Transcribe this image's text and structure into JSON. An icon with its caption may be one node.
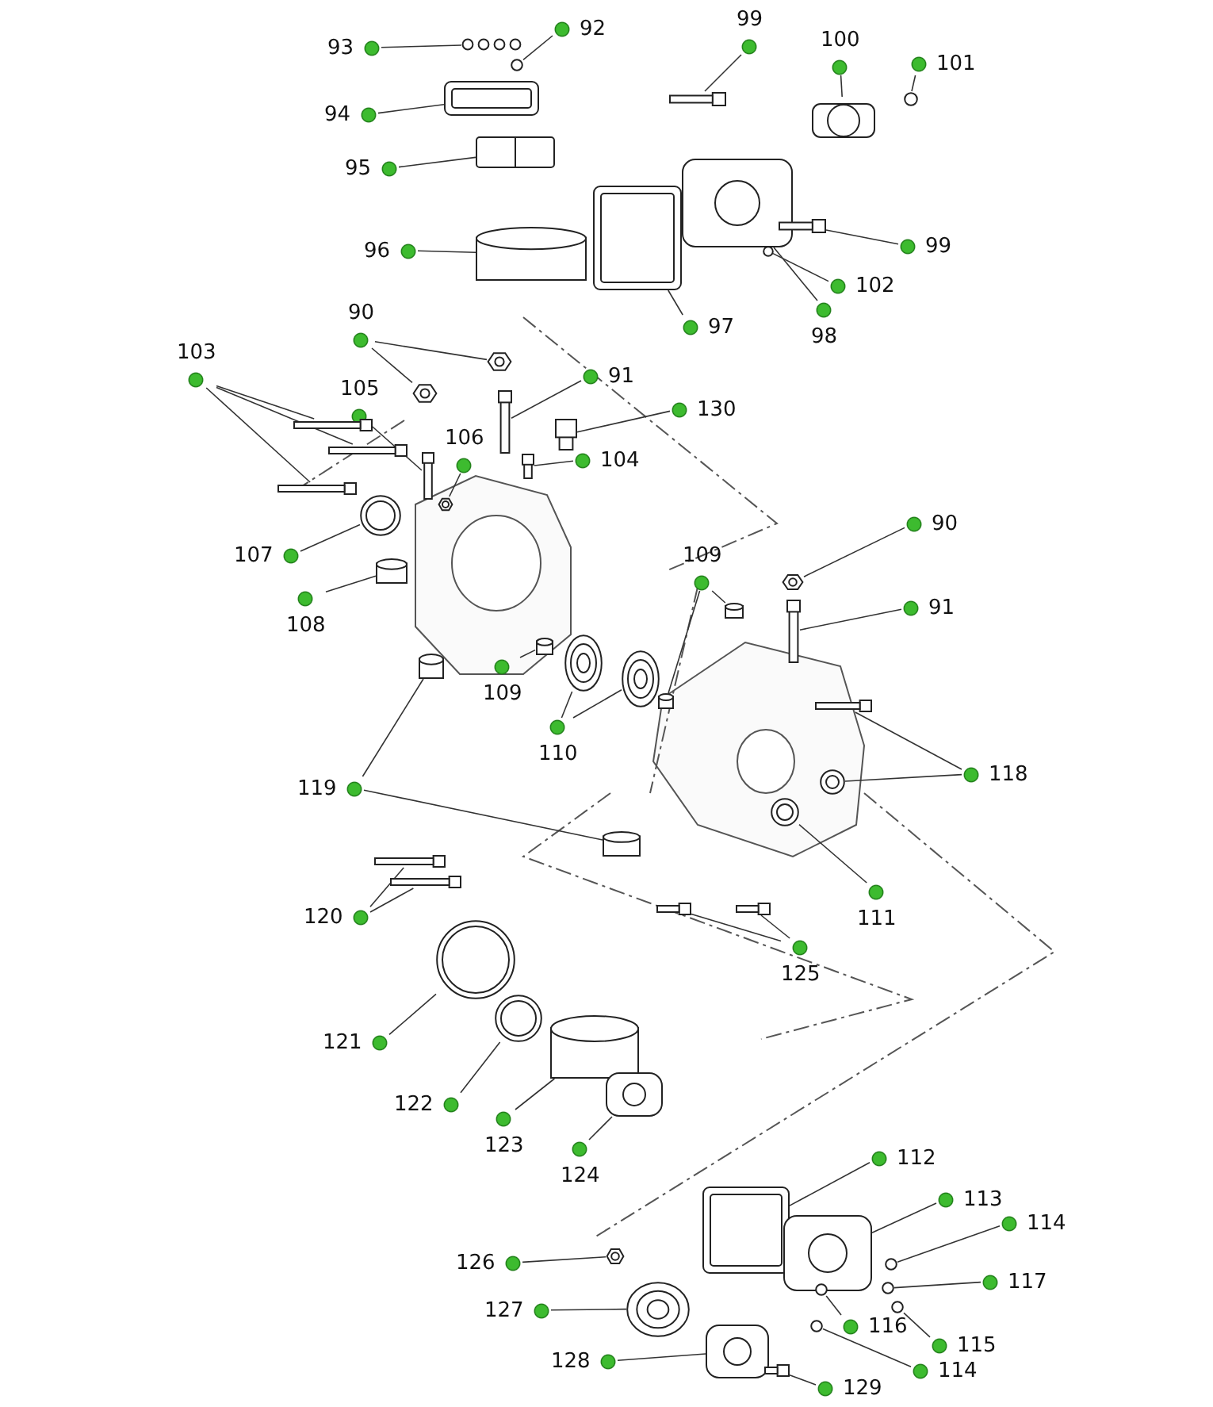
{
  "diagram": {
    "nodes": [
      {
        "text": [
          "93"
        ]
      },
      {
        "text": [
          "92"
        ]
      },
      {
        "text": [
          "94"
        ]
      },
      {
        "text": [
          "95"
        ]
      },
      {
        "text": [
          "96"
        ]
      },
      {
        "text": [
          "97"
        ]
      },
      {
        "text": [
          "98"
        ]
      },
      {
        "text": [
          "99"
        ]
      },
      {
        "text": [
          "100"
        ]
      },
      {
        "text": [
          "101"
        ]
      },
      {
        "text": [
          "99"
        ]
      },
      {
        "text": [
          "102"
        ]
      },
      {
        "text": [
          "90"
        ]
      },
      {
        "text": [
          "103"
        ]
      },
      {
        "text": [
          "105"
        ]
      },
      {
        "text": [
          "91"
        ]
      },
      {
        "text": [
          "130"
        ]
      },
      {
        "text": [
          "106"
        ]
      },
      {
        "text": [
          "104"
        ]
      },
      {
        "text": [
          "107"
        ]
      },
      {
        "text": [
          "108"
        ]
      },
      {
        "text": [
          "109"
        ]
      },
      {
        "text": [
          "110"
        ]
      },
      {
        "text": [
          "109"
        ]
      },
      {
        "text": [
          "90"
        ]
      },
      {
        "text": [
          "91"
        ]
      },
      {
        "text": [
          "118"
        ]
      },
      {
        "text": [
          "111"
        ]
      },
      {
        "text": [
          "119"
        ]
      },
      {
        "text": [
          "120"
        ]
      },
      {
        "text": [
          "125"
        ]
      },
      {
        "text": [
          "121"
        ]
      },
      {
        "text": [
          "122"
        ]
      },
      {
        "text": [
          "123"
        ]
      },
      {
        "text": [
          "124"
        ]
      },
      {
        "text": [
          "112"
        ]
      },
      {
        "text": [
          "113"
        ]
      },
      {
        "text": [
          "114"
        ]
      },
      {
        "text": [
          "117"
        ]
      },
      {
        "text": [
          "116"
        ]
      },
      {
        "text": [
          "115"
        ]
      },
      {
        "text": [
          "114"
        ]
      },
      {
        "text": [
          "126"
        ]
      },
      {
        "text": [
          "127"
        ]
      },
      {
        "text": [
          "128"
        ]
      },
      {
        "text": [
          "129"
        ]
      },
      {
        "text": [],
        "shape": "picture"
      },
      {
        "text": [],
        "shape": "circle"
      },
      {
        "text": [],
        "shape": "picture"
      },
      {
        "text": [],
        "shape": "picture"
      },
      {
        "text": [],
        "shape": "cylinder"
      },
      {
        "text": [],
        "shape": "picture"
      },
      {
        "text": [],
        "shape": "picture"
      },
      {
        "text": [],
        "shape": "picture"
      },
      {
        "text": [],
        "shape": "picture"
      },
      {
        "text": [],
        "shape": "circle"
      },
      {
        "text": [],
        "shape": "picture"
      },
      {
        "text": [],
        "shape": "circle"
      },
      {
        "text": [],
        "shape": "picture"
      },
      {
        "text": [],
        "shape": "picture"
      },
      {
        "text": [],
        "shape": "picture"
      },
      {
        "text": [],
        "shape": "picture"
      },
      {
        "text": [],
        "shape": "picture"
      },
      {
        "text": [],
        "shape": "bar"
      },
      {
        "text": [],
        "shape": "bar"
      },
      {
        "text": [],
        "shape": "bar"
      },
      {
        "text": [],
        "shape": "picture"
      },
      {
        "text": [],
        "shape": "picture"
      },
      {
        "text": [],
        "shape": "picture"
      },
      {
        "text": [],
        "shape": "cylinder"
      },
      {
        "text": [],
        "shape": "cylinder"
      },
      {
        "text": [],
        "shape": "picture"
      },
      {
        "text": [],
        "shape": "picture"
      },
      {
        "text": [],
        "shape": "cylinder"
      },
      {
        "text": [],
        "shape": "cylinder"
      },
      {
        "text": [],
        "shape": "picture"
      },
      {
        "text": [],
        "shape": "bar"
      },
      {
        "text": [],
        "shape": "picture"
      },
      {
        "text": [],
        "shape": "picture"
      },
      {
        "text": [],
        "shape": "picture"
      },
      {
        "text": [],
        "shape": "cylinder"
      },
      {
        "text": [],
        "shape": "cylinder"
      },
      {
        "text": [],
        "shape": "picture"
      },
      {
        "text": [],
        "shape": "picture"
      },
      {
        "text": [],
        "shape": "picture"
      },
      {
        "text": [],
        "shape": "picture"
      },
      {
        "text": [],
        "shape": "picture"
      },
      {
        "text": [],
        "shape": "picture"
      },
      {
        "text": [],
        "shape": "cylinder"
      },
      {
        "text": [],
        "shape": "picture"
      },
      {
        "text": [],
        "shape": "picture"
      },
      {
        "text": [],
        "shape": "picture"
      },
      {
        "text": [],
        "shape": "circle"
      },
      {
        "text": [],
        "shape": "circle"
      },
      {
        "text": [],
        "shape": "circle"
      },
      {
        "text": [],
        "shape": "circle"
      },
      {
        "text": [],
        "shape": "circle"
      },
      {
        "text": [],
        "shape": "picture"
      },
      {
        "text": [],
        "shape": "picture"
      },
      {
        "text": [],
        "shape": "picture"
      },
      {
        "text": [],
        "shape": "picture"
      }
    ],
    "edges": [
      {
        "from": 0,
        "to": 46,
        "arrow": "none"
      },
      {
        "from": 1,
        "to": 47,
        "arrow": "none"
      },
      {
        "from": 2,
        "to": 48,
        "arrow": "none"
      },
      {
        "from": 3,
        "to": 49,
        "arrow": "none"
      },
      {
        "from": 4,
        "to": 50,
        "arrow": "none"
      },
      {
        "from": 5,
        "to": 51,
        "arrow": "none"
      },
      {
        "from": 6,
        "to": 52,
        "arrow": "none"
      },
      {
        "from": 7,
        "to": 53,
        "arrow": "none"
      },
      {
        "from": 8,
        "to": 54,
        "arrow": "none"
      },
      {
        "from": 9,
        "to": 55,
        "arrow": "none"
      },
      {
        "from": 10,
        "to": 56,
        "arrow": "none"
      },
      {
        "from": 11,
        "to": 57,
        "arrow": "none"
      },
      {
        "from": 12,
        "to": 58,
        "arrow": "none"
      },
      {
        "from": 12,
        "to": 59,
        "arrow": "none"
      },
      {
        "from": 13,
        "to": 60,
        "arrow": "none"
      },
      {
        "from": 13,
        "to": 61,
        "arrow": "none"
      },
      {
        "from": 13,
        "to": 62,
        "arrow": "none"
      },
      {
        "from": 14,
        "to": 63,
        "arrow": "none"
      },
      {
        "from": 15,
        "to": 64,
        "arrow": "none"
      },
      {
        "from": 16,
        "to": 65,
        "arrow": "none"
      },
      {
        "from": 17,
        "to": 66,
        "arrow": "none"
      },
      {
        "from": 18,
        "to": 67,
        "arrow": "none"
      },
      {
        "from": 19,
        "to": 68,
        "arrow": "none"
      },
      {
        "from": 20,
        "to": 69,
        "arrow": "none"
      },
      {
        "from": 21,
        "to": 70,
        "arrow": "none"
      },
      {
        "from": 22,
        "to": 71,
        "arrow": "none"
      },
      {
        "from": 22,
        "to": 72,
        "arrow": "none"
      },
      {
        "from": 23,
        "to": 73,
        "arrow": "none"
      },
      {
        "from": 23,
        "to": 74,
        "arrow": "none"
      },
      {
        "from": 24,
        "to": 75,
        "arrow": "none"
      },
      {
        "from": 25,
        "to": 76,
        "arrow": "none"
      },
      {
        "from": 26,
        "to": 77,
        "arrow": "none"
      },
      {
        "from": 26,
        "to": 78,
        "arrow": "none"
      },
      {
        "from": 27,
        "to": 79,
        "arrow": "none"
      },
      {
        "from": 28,
        "to": 80,
        "arrow": "none"
      },
      {
        "from": 28,
        "to": 81,
        "arrow": "none"
      },
      {
        "from": 29,
        "to": 82,
        "arrow": "none"
      },
      {
        "from": 29,
        "to": 83,
        "arrow": "none"
      },
      {
        "from": 30,
        "to": 84,
        "arrow": "none"
      },
      {
        "from": 30,
        "to": 85,
        "arrow": "none"
      },
      {
        "from": 31,
        "to": 86,
        "arrow": "none"
      },
      {
        "from": 32,
        "to": 87,
        "arrow": "none"
      },
      {
        "from": 33,
        "to": 88,
        "arrow": "none"
      },
      {
        "from": 34,
        "to": 89,
        "arrow": "none"
      },
      {
        "from": 35,
        "to": 90,
        "arrow": "none"
      },
      {
        "from": 36,
        "to": 91,
        "arrow": "none"
      },
      {
        "from": 37,
        "to": 92,
        "arrow": "none"
      },
      {
        "from": 38,
        "to": 93,
        "arrow": "none"
      },
      {
        "from": 39,
        "to": 94,
        "arrow": "none"
      },
      {
        "from": 40,
        "to": 95,
        "arrow": "none"
      },
      {
        "from": 41,
        "to": 96,
        "arrow": "none"
      },
      {
        "from": 42,
        "to": 97,
        "arrow": "none"
      },
      {
        "from": 43,
        "to": 98,
        "arrow": "none"
      },
      {
        "from": 44,
        "to": 99,
        "arrow": "none"
      },
      {
        "from": 45,
        "to": 100,
        "arrow": "none"
      }
    ]
  }
}
